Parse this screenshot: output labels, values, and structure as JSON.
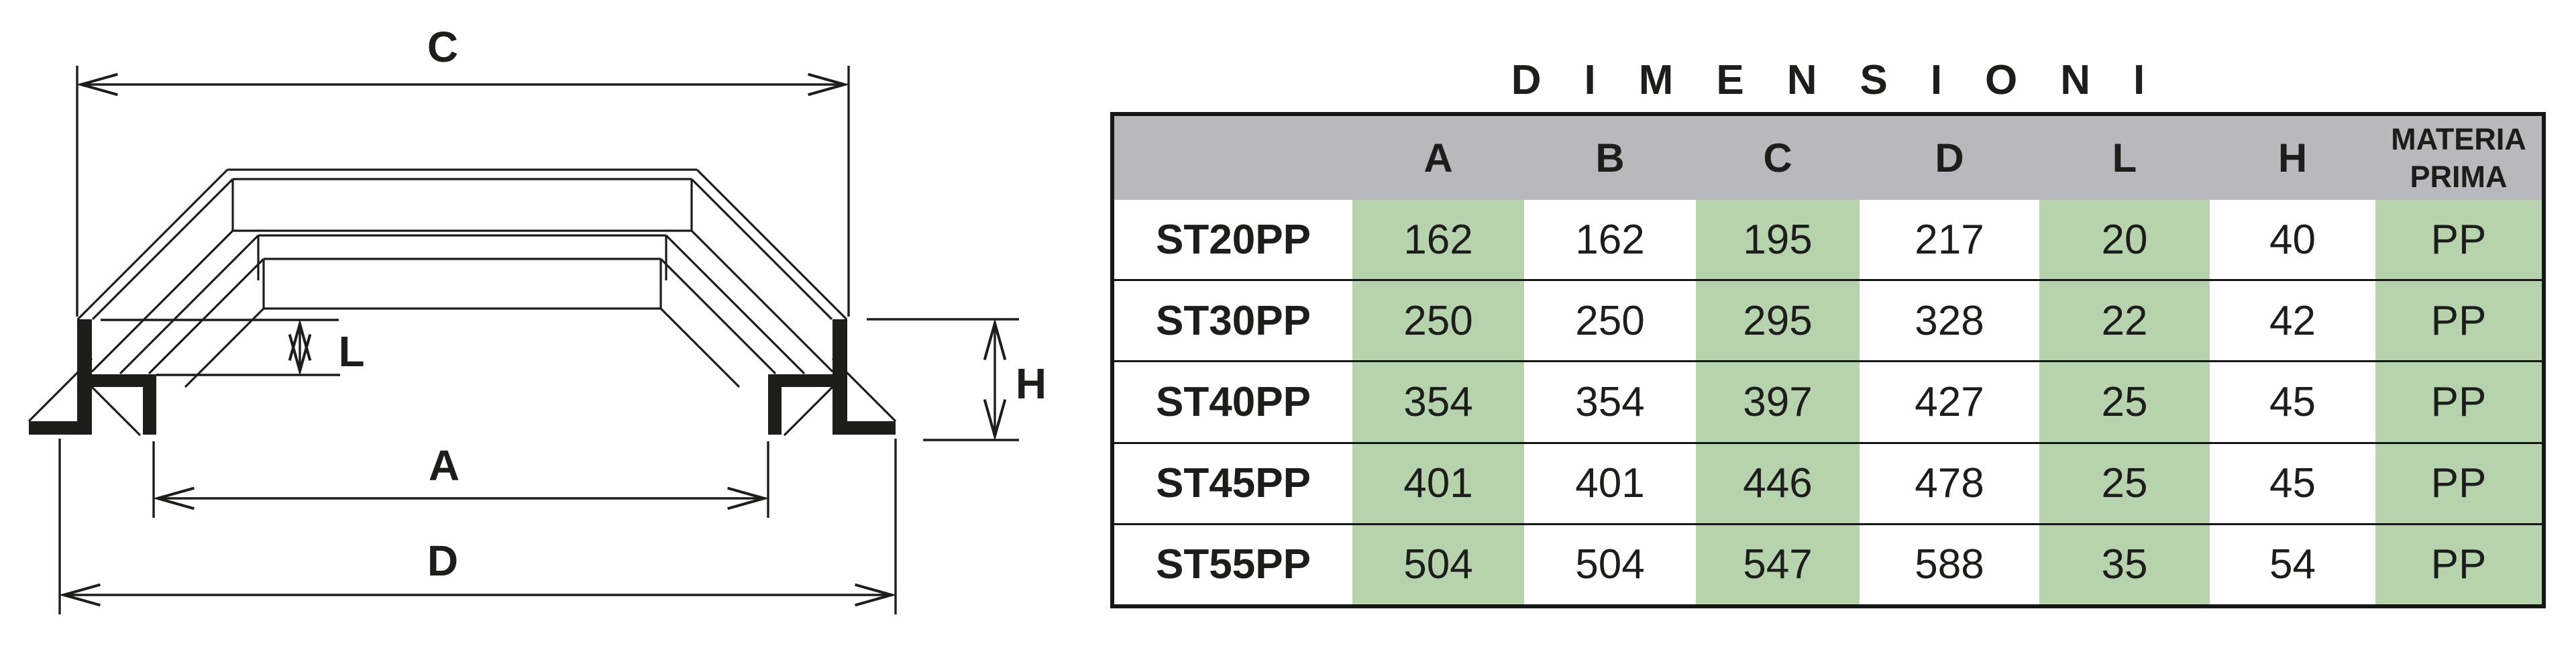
{
  "diagram": {
    "dims": {
      "c": "C",
      "l": "L",
      "a": "A",
      "d": "D",
      "h": "H"
    }
  },
  "table": {
    "title": "DIMENSIONI",
    "col_headers": [
      "A",
      "B",
      "C",
      "D",
      "L",
      "H"
    ],
    "materia_header": [
      "MATERIA",
      "PRIMA"
    ],
    "rows": [
      {
        "model": "ST20PP",
        "a": "162",
        "b": "162",
        "c": "195",
        "d": "217",
        "l": "20",
        "h": "40",
        "mp": "PP"
      },
      {
        "model": "ST30PP",
        "a": "250",
        "b": "250",
        "c": "295",
        "d": "328",
        "l": "22",
        "h": "42",
        "mp": "PP"
      },
      {
        "model": "ST40PP",
        "a": "354",
        "b": "354",
        "c": "397",
        "d": "427",
        "l": "25",
        "h": "45",
        "mp": "PP"
      },
      {
        "model": "ST45PP",
        "a": "401",
        "b": "401",
        "c": "446",
        "d": "478",
        "l": "25",
        "h": "45",
        "mp": "PP"
      },
      {
        "model": "ST55PP",
        "a": "504",
        "b": "504",
        "c": "547",
        "d": "588",
        "l": "35",
        "h": "54",
        "mp": "PP"
      }
    ]
  },
  "colors": {
    "header_bg": "#b9b9bd",
    "stripe_green": "#b6d3ad",
    "line": "#1d1d1b",
    "table_border": "#161616"
  }
}
